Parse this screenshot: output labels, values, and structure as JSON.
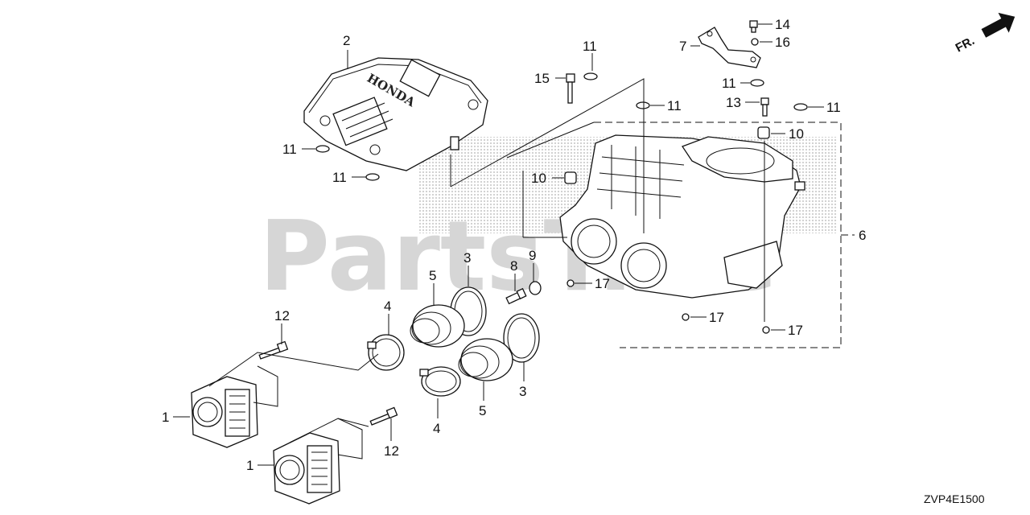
{
  "watermark": "PartsTree",
  "direction_label": "FR.",
  "diagram_code": "ZVP4E1500",
  "callouts": {
    "c1a": "1",
    "c1b": "1",
    "c2": "2",
    "c3a": "3",
    "c3b": "3",
    "c4a": "4",
    "c4b": "4",
    "c5a": "5",
    "c5b": "5",
    "c6": "6",
    "c7": "7",
    "c8": "8",
    "c9": "9",
    "c10a": "10",
    "c10b": "10",
    "c11a": "11",
    "c11b": "11",
    "c11c": "11",
    "c11d": "11",
    "c11e": "11",
    "c11f": "11",
    "c12a": "12",
    "c12b": "12",
    "c13": "13",
    "c14": "14",
    "c15": "15",
    "c16": "16",
    "c17a": "17",
    "c17b": "17",
    "c17c": "17"
  }
}
